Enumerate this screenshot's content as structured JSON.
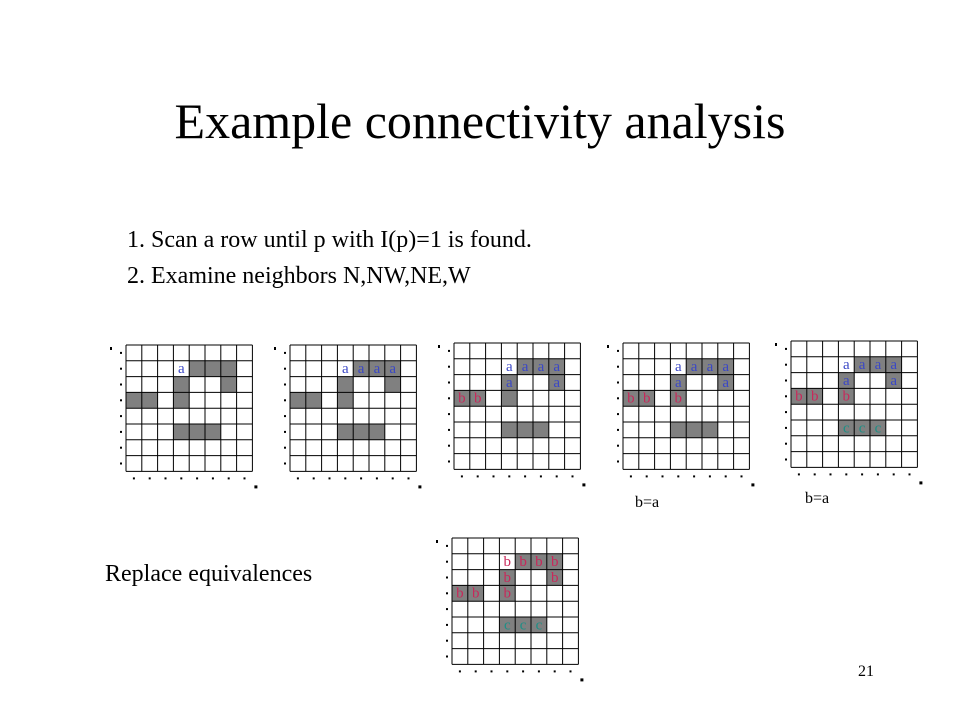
{
  "title": "Example connectivity analysis",
  "steps": [
    "1. Scan a row until p with I(p)=1 is found.",
    "2. Examine neighbors N,NW,NE,W"
  ],
  "equivalences": [
    "b=a",
    "b=a"
  ],
  "replace_label": "Replace equivalences",
  "page_number": "21",
  "colors": {
    "filled": "#808080",
    "grid": "#000000",
    "label_a": "#3a47c6",
    "label_b": "#c8285a",
    "label_c": "#1e8f86"
  },
  "pixels": [
    [
      1,
      4
    ],
    [
      1,
      5
    ],
    [
      1,
      6
    ],
    [
      2,
      3
    ],
    [
      2,
      6
    ],
    [
      3,
      0
    ],
    [
      3,
      1
    ],
    [
      3,
      3
    ],
    [
      5,
      3
    ],
    [
      5,
      4
    ],
    [
      5,
      5
    ]
  ],
  "grids": [
    {
      "labels": [
        {
          "row": 1,
          "col": 3,
          "text": "a",
          "color": "#3a47c6"
        }
      ]
    },
    {
      "labels": [
        {
          "row": 1,
          "col": 3,
          "text": "a",
          "color": "#3a47c6"
        },
        {
          "row": 1,
          "col": 4,
          "text": "a",
          "color": "#3a47c6"
        },
        {
          "row": 1,
          "col": 5,
          "text": "a",
          "color": "#3a47c6"
        },
        {
          "row": 1,
          "col": 6,
          "text": "a",
          "color": "#3a47c6"
        }
      ]
    },
    {
      "labels": [
        {
          "row": 1,
          "col": 3,
          "text": "a",
          "color": "#3a47c6"
        },
        {
          "row": 1,
          "col": 4,
          "text": "a",
          "color": "#3a47c6"
        },
        {
          "row": 1,
          "col": 5,
          "text": "a",
          "color": "#3a47c6"
        },
        {
          "row": 1,
          "col": 6,
          "text": "a",
          "color": "#3a47c6"
        },
        {
          "row": 2,
          "col": 3,
          "text": "a",
          "color": "#3a47c6"
        },
        {
          "row": 2,
          "col": 6,
          "text": "a",
          "color": "#3a47c6"
        },
        {
          "row": 3,
          "col": 0,
          "text": "b",
          "color": "#c8285a"
        },
        {
          "row": 3,
          "col": 1,
          "text": "b",
          "color": "#c8285a"
        }
      ]
    },
    {
      "labels": [
        {
          "row": 1,
          "col": 3,
          "text": "a",
          "color": "#3a47c6"
        },
        {
          "row": 1,
          "col": 4,
          "text": "a",
          "color": "#3a47c6"
        },
        {
          "row": 1,
          "col": 5,
          "text": "a",
          "color": "#3a47c6"
        },
        {
          "row": 1,
          "col": 6,
          "text": "a",
          "color": "#3a47c6"
        },
        {
          "row": 2,
          "col": 3,
          "text": "a",
          "color": "#3a47c6"
        },
        {
          "row": 2,
          "col": 6,
          "text": "a",
          "color": "#3a47c6"
        },
        {
          "row": 3,
          "col": 0,
          "text": "b",
          "color": "#c8285a"
        },
        {
          "row": 3,
          "col": 1,
          "text": "b",
          "color": "#c8285a"
        },
        {
          "row": 3,
          "col": 3,
          "text": "b",
          "color": "#c8285a"
        }
      ]
    },
    {
      "labels": [
        {
          "row": 1,
          "col": 3,
          "text": "a",
          "color": "#3a47c6"
        },
        {
          "row": 1,
          "col": 4,
          "text": "a",
          "color": "#3a47c6"
        },
        {
          "row": 1,
          "col": 5,
          "text": "a",
          "color": "#3a47c6"
        },
        {
          "row": 1,
          "col": 6,
          "text": "a",
          "color": "#3a47c6"
        },
        {
          "row": 2,
          "col": 3,
          "text": "a",
          "color": "#3a47c6"
        },
        {
          "row": 2,
          "col": 6,
          "text": "a",
          "color": "#3a47c6"
        },
        {
          "row": 3,
          "col": 0,
          "text": "b",
          "color": "#c8285a"
        },
        {
          "row": 3,
          "col": 1,
          "text": "b",
          "color": "#c8285a"
        },
        {
          "row": 3,
          "col": 3,
          "text": "b",
          "color": "#c8285a"
        },
        {
          "row": 5,
          "col": 3,
          "text": "c",
          "color": "#1e8f86"
        },
        {
          "row": 5,
          "col": 4,
          "text": "c",
          "color": "#1e8f86"
        },
        {
          "row": 5,
          "col": 5,
          "text": "c",
          "color": "#1e8f86"
        }
      ]
    },
    {
      "labels": [
        {
          "row": 1,
          "col": 3,
          "text": "b",
          "color": "#c8285a"
        },
        {
          "row": 1,
          "col": 4,
          "text": "b",
          "color": "#c8285a"
        },
        {
          "row": 1,
          "col": 5,
          "text": "b",
          "color": "#c8285a"
        },
        {
          "row": 1,
          "col": 6,
          "text": "b",
          "color": "#c8285a"
        },
        {
          "row": 2,
          "col": 3,
          "text": "b",
          "color": "#c8285a"
        },
        {
          "row": 2,
          "col": 6,
          "text": "b",
          "color": "#c8285a"
        },
        {
          "row": 3,
          "col": 0,
          "text": "b",
          "color": "#c8285a"
        },
        {
          "row": 3,
          "col": 1,
          "text": "b",
          "color": "#c8285a"
        },
        {
          "row": 3,
          "col": 3,
          "text": "b",
          "color": "#c8285a"
        },
        {
          "row": 5,
          "col": 3,
          "text": "c",
          "color": "#1e8f86"
        },
        {
          "row": 5,
          "col": 4,
          "text": "c",
          "color": "#1e8f86"
        },
        {
          "row": 5,
          "col": 5,
          "text": "c",
          "color": "#1e8f86"
        }
      ]
    }
  ]
}
